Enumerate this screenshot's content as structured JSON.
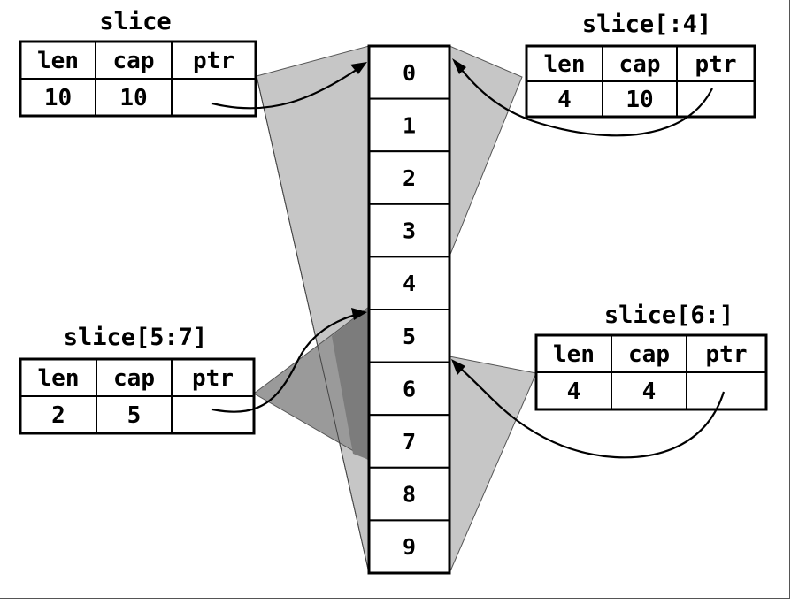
{
  "array": {
    "indices": [
      "0",
      "1",
      "2",
      "3",
      "4",
      "5",
      "6",
      "7",
      "8",
      "9"
    ]
  },
  "slices": [
    {
      "id": "full",
      "title": "slice",
      "headers": [
        "len",
        "cap",
        "ptr"
      ],
      "values": [
        "10",
        "10",
        ""
      ],
      "points_to": 0,
      "covers": [
        0,
        9
      ],
      "shade": "#c6c6c6"
    },
    {
      "id": "head",
      "title": "slice[:4]",
      "headers": [
        "len",
        "cap",
        "ptr"
      ],
      "values": [
        "4",
        "10",
        ""
      ],
      "points_to": 0,
      "covers": [
        0,
        3
      ],
      "shade": "#c6c6c6"
    },
    {
      "id": "mid",
      "title": "slice[5:7]",
      "headers": [
        "len",
        "cap",
        "ptr"
      ],
      "values": [
        "2",
        "5",
        ""
      ],
      "points_to": 5,
      "covers": [
        5,
        7
      ],
      "shade": "#9a9a9a"
    },
    {
      "id": "tail",
      "title": "slice[6:]",
      "headers": [
        "len",
        "cap",
        "ptr"
      ],
      "values": [
        "4",
        "4",
        ""
      ],
      "points_to": 6,
      "covers": [
        6,
        9
      ],
      "shade": "#c6c6c6"
    }
  ],
  "colors": {
    "light_shade": "#c6c6c6",
    "dark_shade": "#9a9a9a",
    "overlap_shade": "#7c7c7c",
    "stroke": "#000000"
  }
}
